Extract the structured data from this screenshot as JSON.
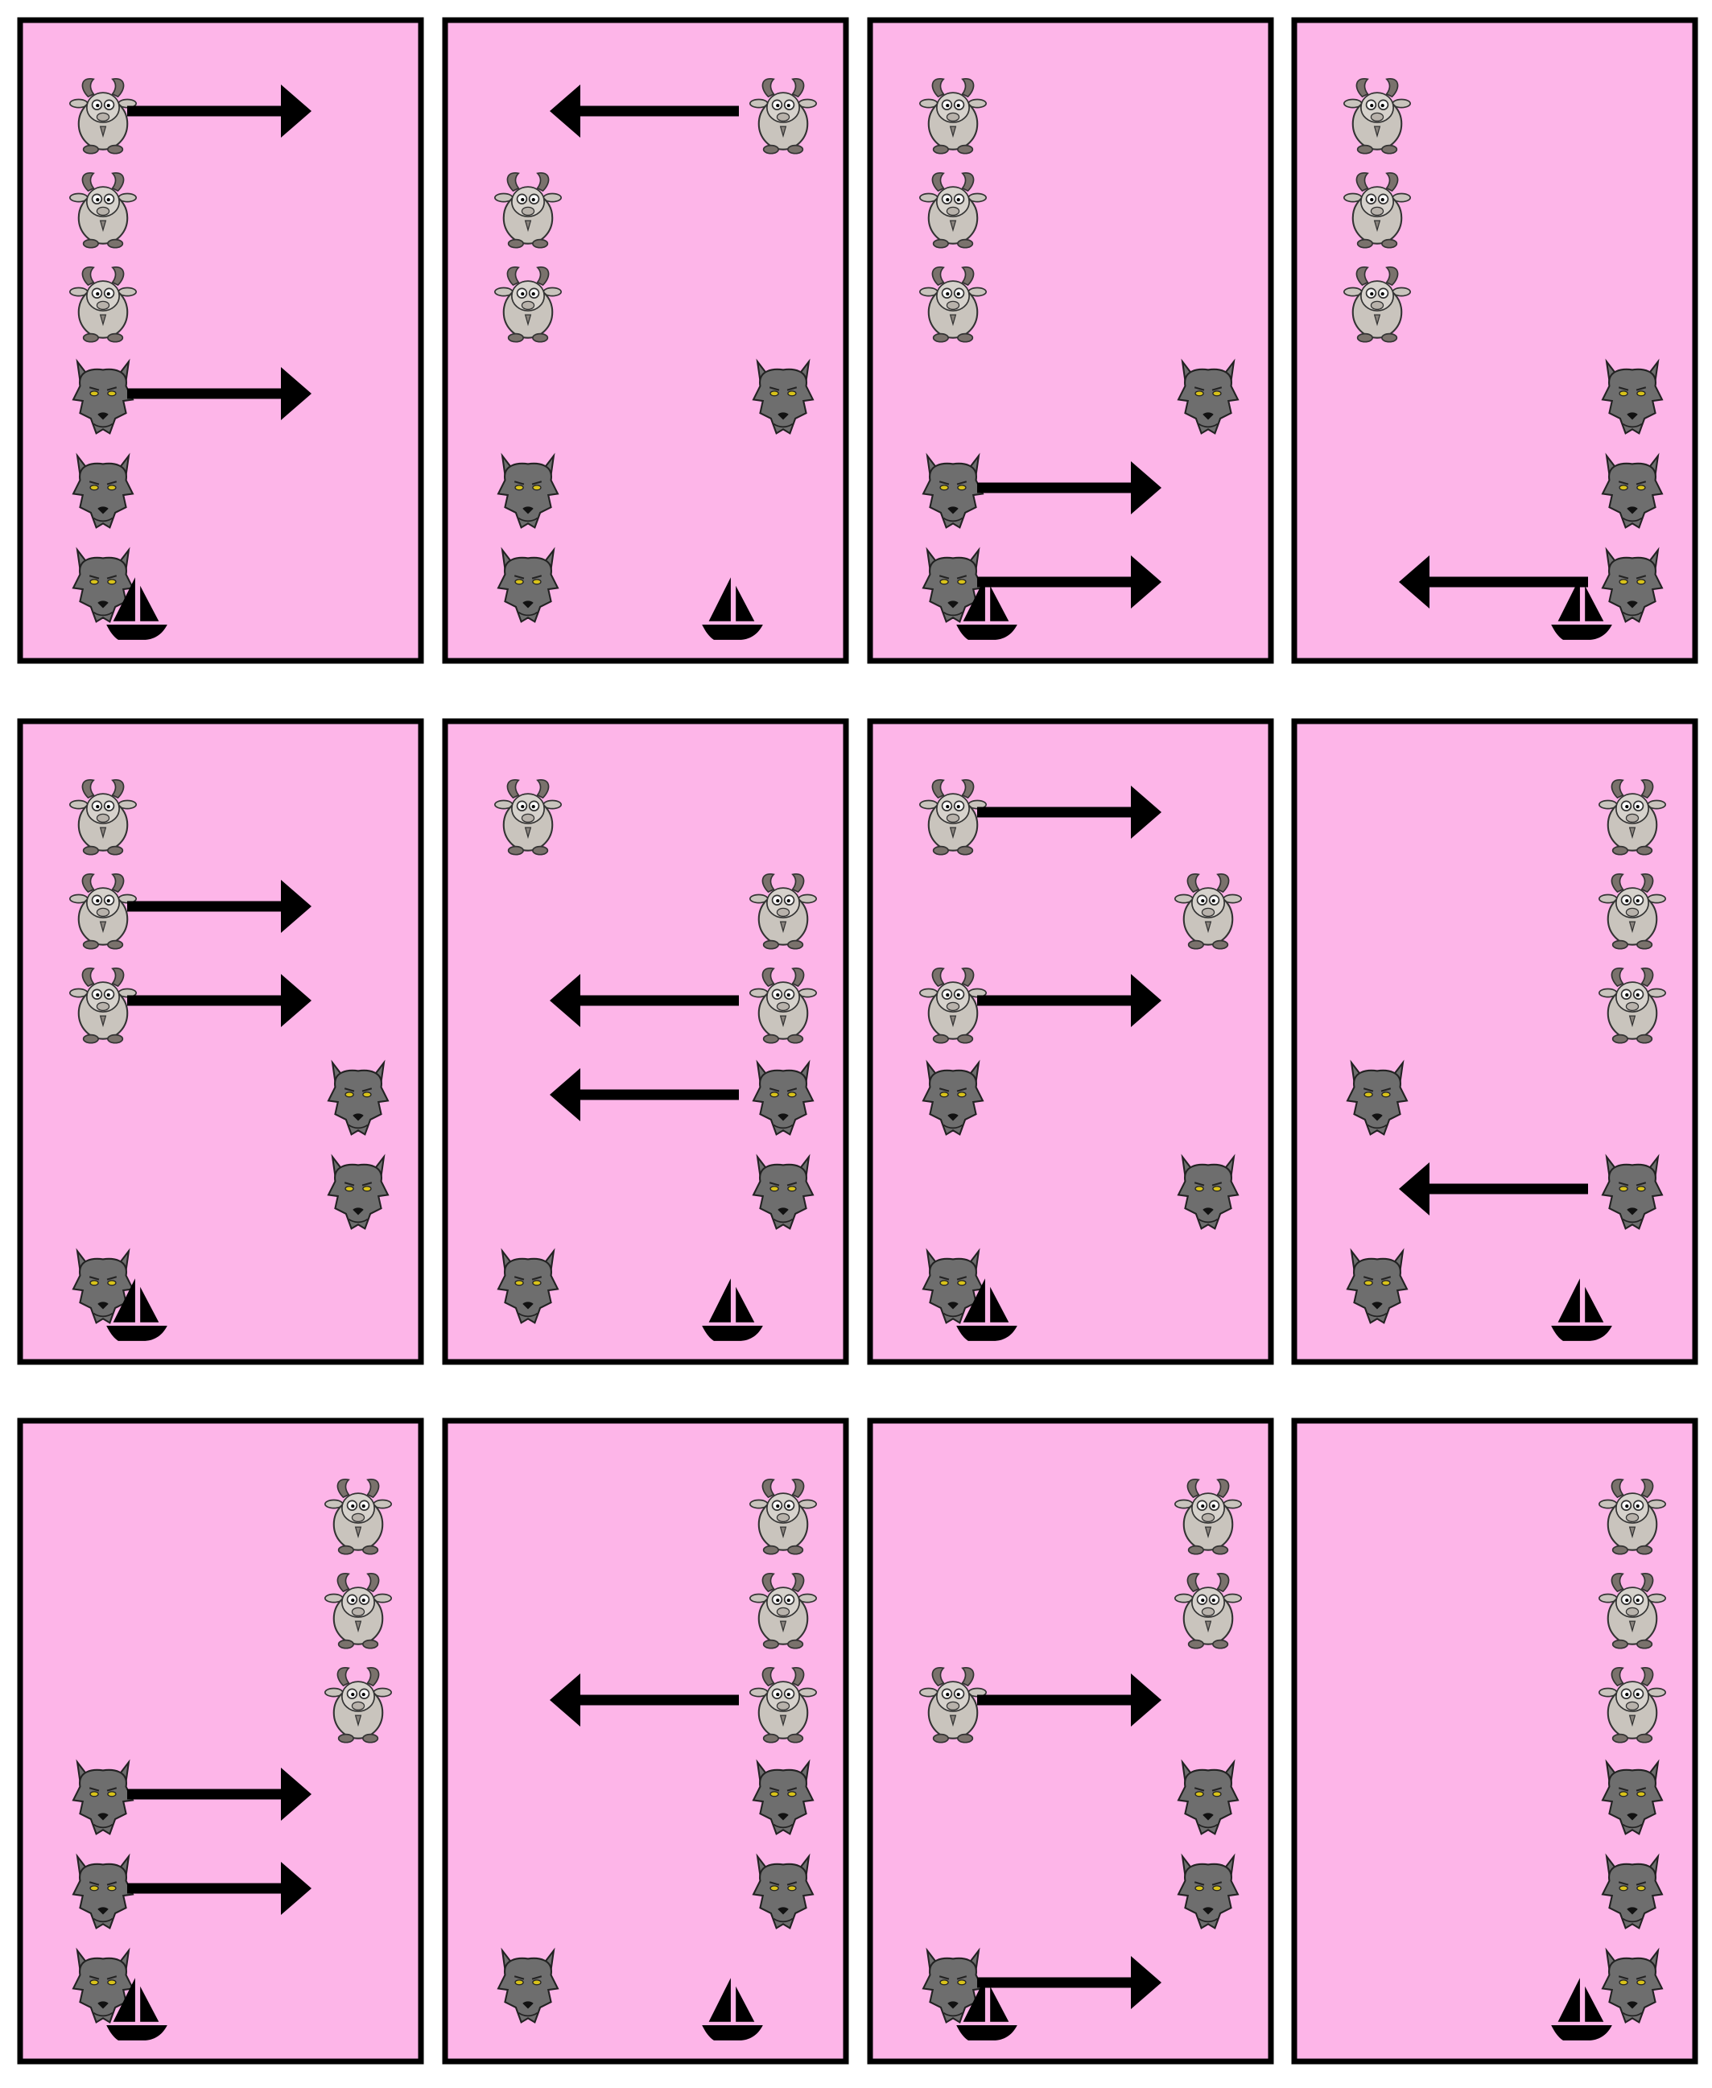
{
  "colors": {
    "panel_fill": "#FDB5E8",
    "border": "#000000",
    "arrow": "#000000",
    "boat": "#000000",
    "goat_body": "#C9C4BD",
    "goat_horn": "#7A726C",
    "wolf_fur": "#6E6E6E",
    "wolf_eye": "#D8C21A"
  },
  "icons": [
    "goat-icon",
    "wolf-icon",
    "boat-icon",
    "arrow-right-icon",
    "arrow-left-icon"
  ],
  "layout_grid": {
    "rows": 3,
    "columns": 4
  },
  "panels": [
    {
      "left": [
        "goat",
        "goat",
        "goat",
        "wolf",
        "wolf",
        "wolf"
      ],
      "right": [],
      "boat": "left",
      "arrows": [
        {
          "slot": 0,
          "dir": "right"
        },
        {
          "slot": 3,
          "dir": "right"
        }
      ]
    },
    {
      "left": [
        "",
        "goat",
        "goat",
        "",
        "wolf",
        "wolf"
      ],
      "right": [
        "goat",
        "",
        "",
        "wolf",
        "",
        ""
      ],
      "boat": "right",
      "arrows": [
        {
          "slot": 0,
          "dir": "left"
        }
      ]
    },
    {
      "left": [
        "goat",
        "goat",
        "goat",
        "",
        "wolf",
        "wolf"
      ],
      "right": [
        "",
        "",
        "",
        "wolf",
        "",
        ""
      ],
      "boat": "left",
      "arrows": [
        {
          "slot": 4,
          "dir": "right"
        },
        {
          "slot": 5,
          "dir": "right"
        }
      ]
    },
    {
      "left": [
        "goat",
        "goat",
        "goat",
        "",
        "",
        ""
      ],
      "right": [
        "",
        "",
        "",
        "wolf",
        "wolf",
        "wolf"
      ],
      "boat": "right",
      "arrows": [
        {
          "slot": 5,
          "dir": "left"
        }
      ]
    },
    {
      "left": [
        "goat",
        "goat",
        "goat",
        "",
        "",
        "wolf"
      ],
      "right": [
        "",
        "",
        "",
        "wolf",
        "wolf",
        ""
      ],
      "boat": "left",
      "arrows": [
        {
          "slot": 1,
          "dir": "right"
        },
        {
          "slot": 2,
          "dir": "right"
        }
      ]
    },
    {
      "left": [
        "goat",
        "",
        "",
        "",
        "",
        "wolf"
      ],
      "right": [
        "",
        "goat",
        "goat",
        "wolf",
        "wolf",
        ""
      ],
      "boat": "right",
      "arrows": [
        {
          "slot": 2,
          "dir": "left"
        },
        {
          "slot": 3,
          "dir": "left"
        }
      ]
    },
    {
      "left": [
        "goat",
        "",
        "goat",
        "wolf",
        "",
        "wolf"
      ],
      "right": [
        "",
        "goat",
        "",
        "",
        "wolf",
        ""
      ],
      "boat": "left",
      "arrows": [
        {
          "slot": 0,
          "dir": "right"
        },
        {
          "slot": 2,
          "dir": "right"
        }
      ]
    },
    {
      "left": [
        "",
        "",
        "",
        "wolf",
        "",
        "wolf"
      ],
      "right": [
        "goat",
        "goat",
        "goat",
        "",
        "wolf",
        ""
      ],
      "boat": "right",
      "arrows": [
        {
          "slot": 4,
          "dir": "left"
        }
      ]
    },
    {
      "left": [
        "",
        "",
        "",
        "wolf",
        "wolf",
        "wolf"
      ],
      "right": [
        "goat",
        "goat",
        "goat",
        "",
        "",
        ""
      ],
      "boat": "left",
      "arrows": [
        {
          "slot": 3,
          "dir": "right"
        },
        {
          "slot": 4,
          "dir": "right"
        }
      ]
    },
    {
      "left": [
        "",
        "",
        "",
        "",
        "",
        "wolf"
      ],
      "right": [
        "goat",
        "goat",
        "goat",
        "wolf",
        "wolf",
        ""
      ],
      "boat": "right",
      "arrows": [
        {
          "slot": 2,
          "dir": "left"
        }
      ]
    },
    {
      "left": [
        "",
        "",
        "goat",
        "",
        "",
        "wolf"
      ],
      "right": [
        "goat",
        "goat",
        "",
        "wolf",
        "wolf",
        ""
      ],
      "boat": "left",
      "arrows": [
        {
          "slot": 2,
          "dir": "right"
        },
        {
          "slot": 5,
          "dir": "right"
        }
      ]
    },
    {
      "left": [
        "",
        "",
        "",
        "",
        "",
        ""
      ],
      "right": [
        "goat",
        "goat",
        "goat",
        "wolf",
        "wolf",
        "wolf"
      ],
      "boat": "right",
      "arrows": []
    }
  ]
}
